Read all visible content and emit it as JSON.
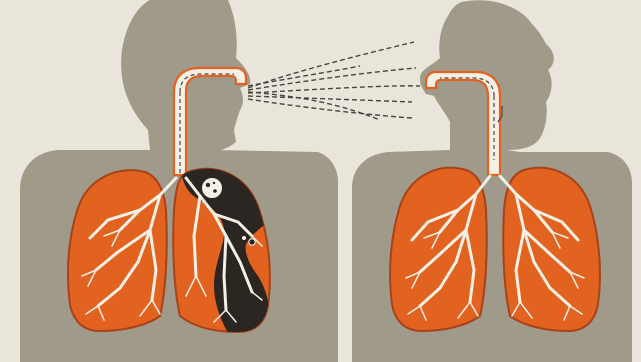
{
  "scene": {
    "subject": "airborne-transmission-illustration",
    "figures": [
      {
        "id": "left-person",
        "role": "exhaling",
        "lungs": "infected"
      },
      {
        "id": "right-person",
        "role": "inhaling",
        "lungs": "healthy"
      }
    ],
    "colors": {
      "background": "#e9e5da",
      "silhouette": "#a09a8b",
      "lung_fill": "#e2621f",
      "lung_outline": "#a8421a",
      "airway": "#f4f0e6",
      "airway_edge": "#e2621f",
      "infection": "#2b2622",
      "spray_lines": "#4a4540"
    },
    "icons": [
      "left-silhouette",
      "right-silhouette",
      "breath-stream-lines",
      "airway-tube",
      "lung-left-side",
      "lung-right-side",
      "infection-patch",
      "pathogen-spots"
    ]
  }
}
